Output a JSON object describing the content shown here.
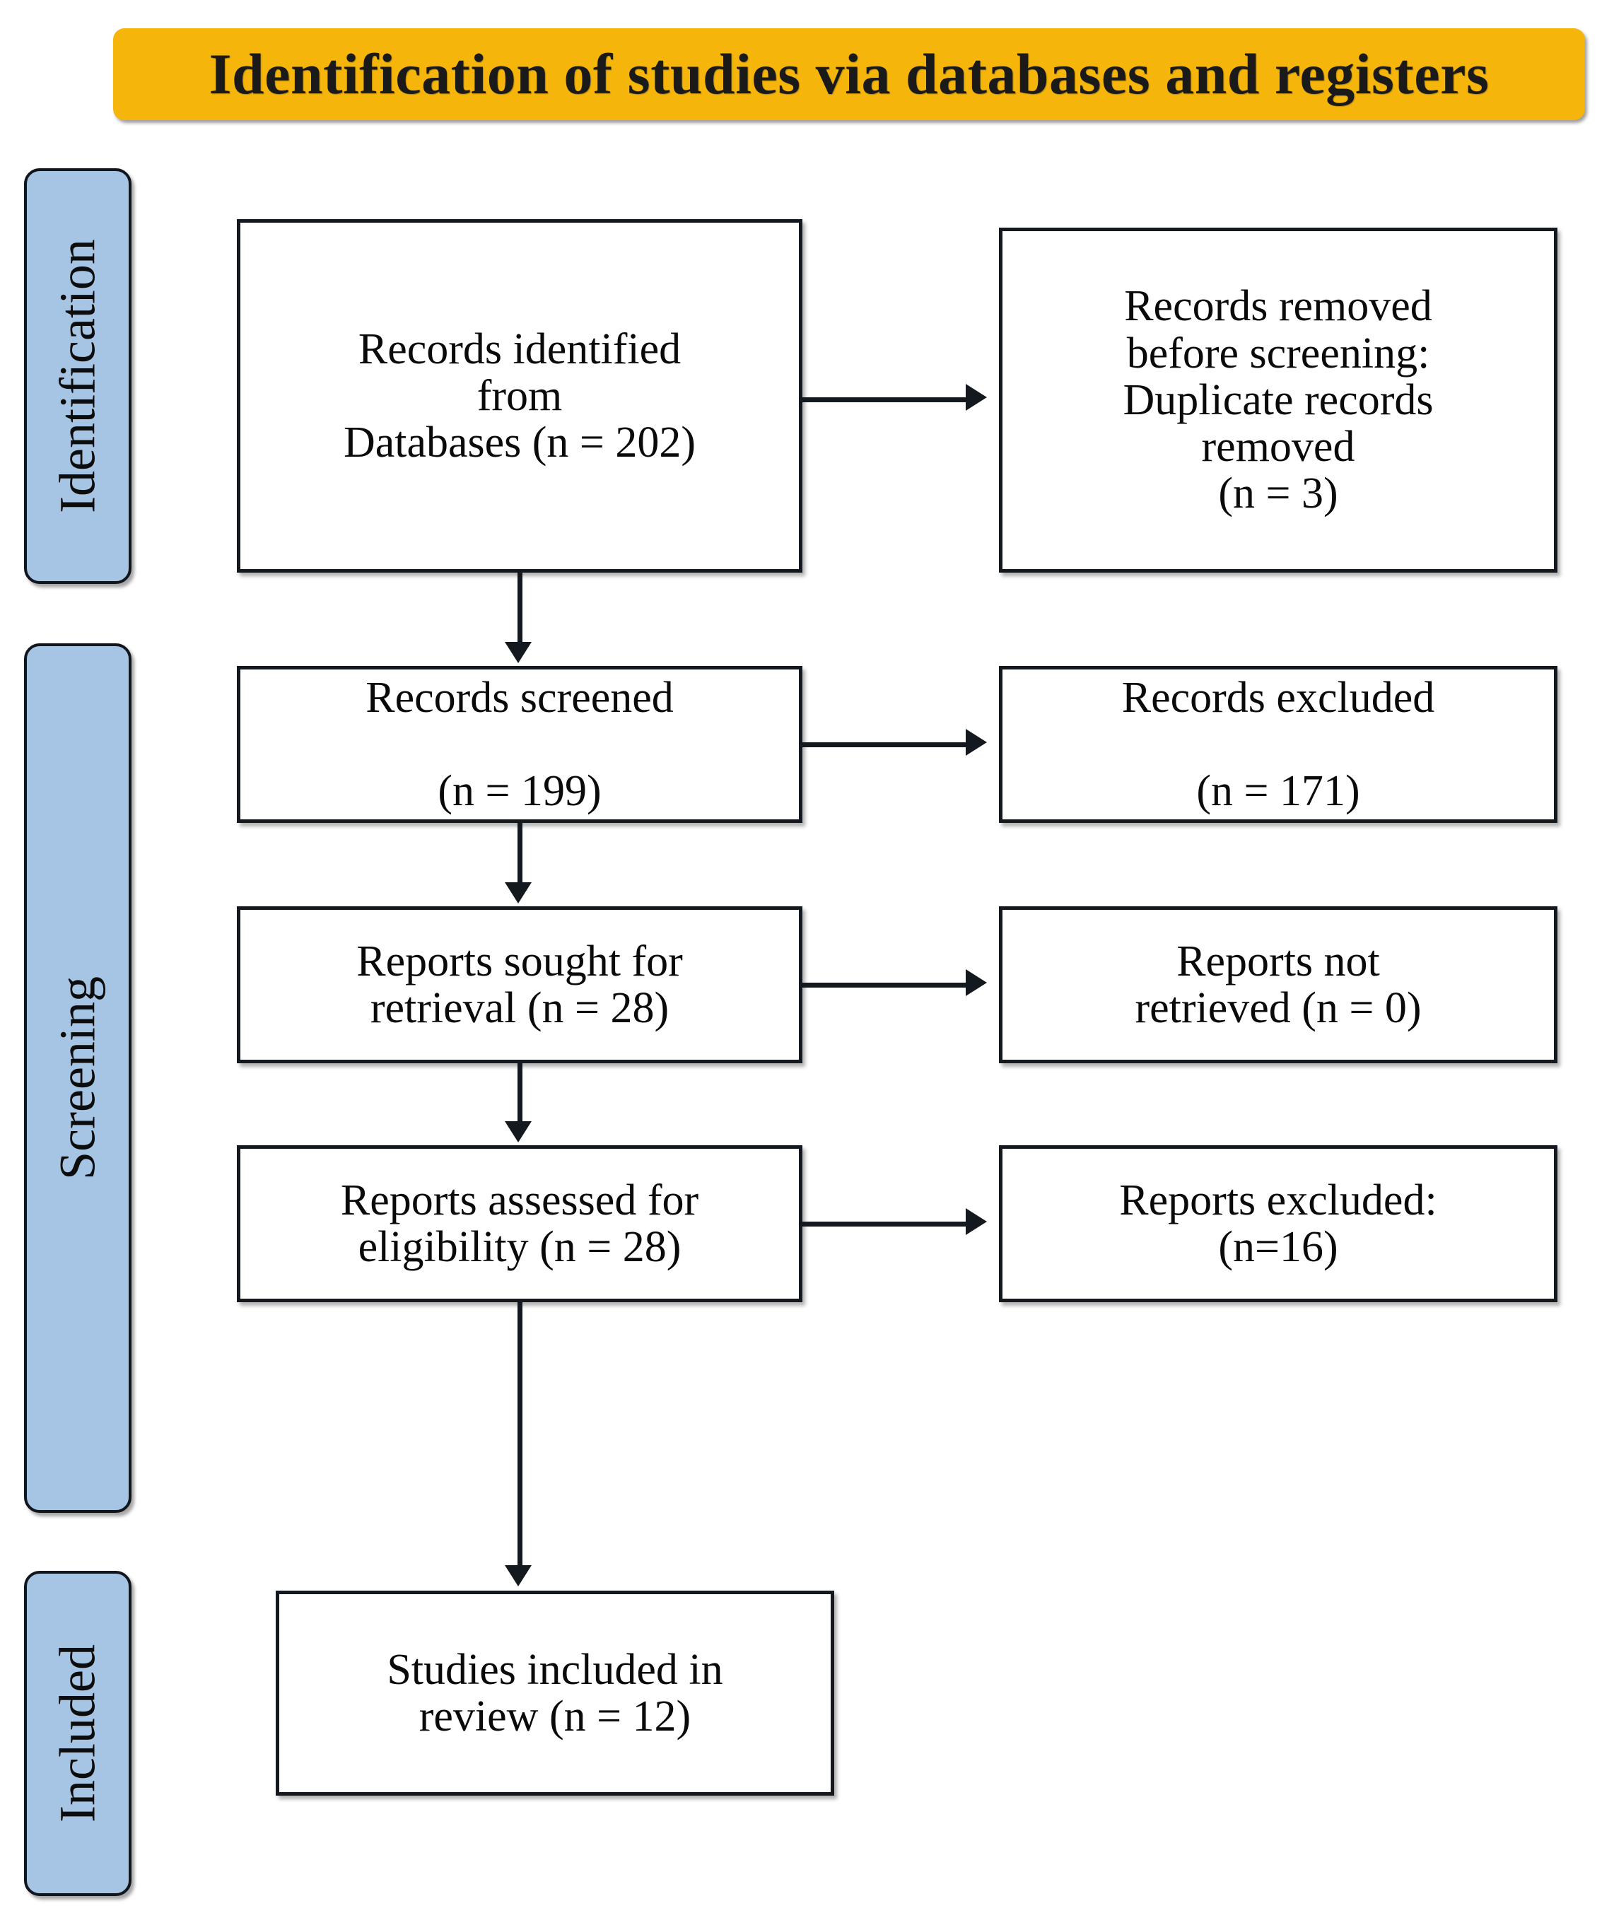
{
  "diagram": {
    "title": "Identification of studies via databases and registers",
    "type": "PRISMA flow diagram",
    "accent_color": "#f5b50a",
    "band_color": "#a6c5e4",
    "line_color": "#14181f"
  },
  "bands": [
    {
      "id": "identification",
      "label": "Identification"
    },
    {
      "id": "screening",
      "label": "Screening"
    },
    {
      "id": "included",
      "label": "Included"
    }
  ],
  "boxes": {
    "identified": {
      "text": "Records identified\nfrom\nDatabases (n = 202)",
      "n": 202
    },
    "removed": {
      "text": "Records removed\nbefore screening:\nDuplicate records\nremoved\n(n = 3)",
      "n": 3
    },
    "screened": {
      "text": "Records screened\n\n(n = 199)",
      "n": 199
    },
    "excluded": {
      "text": "Records excluded\n\n(n = 171)",
      "n": 171
    },
    "sought": {
      "text": "Reports sought for\nretrieval (n = 28)",
      "n": 28
    },
    "not_retrieved": {
      "text": "Reports not\nretrieved (n = 0)",
      "n": 0
    },
    "assessed": {
      "text": "Reports assessed for\neligibility (n = 28)",
      "n": 28
    },
    "reports_excluded": {
      "text": "Reports excluded:\n(n=16)",
      "n": 16
    },
    "included": {
      "text": "Studies included in\nreview (n = 12)",
      "n": 12
    }
  },
  "chart_data": {
    "type": "diagram",
    "title": "Identification of studies via databases and registers",
    "stages": [
      {
        "stage": "Identification",
        "node": "Records identified from Databases",
        "value": 202
      },
      {
        "stage": "Identification",
        "node": "Records removed before screening: Duplicate records removed",
        "value": 3
      },
      {
        "stage": "Screening",
        "node": "Records screened",
        "value": 199
      },
      {
        "stage": "Screening",
        "node": "Records excluded",
        "value": 171
      },
      {
        "stage": "Screening",
        "node": "Reports sought for retrieval",
        "value": 28
      },
      {
        "stage": "Screening",
        "node": "Reports not retrieved",
        "value": 0
      },
      {
        "stage": "Screening",
        "node": "Reports assessed for eligibility",
        "value": 28
      },
      {
        "stage": "Screening",
        "node": "Reports excluded",
        "value": 16
      },
      {
        "stage": "Included",
        "node": "Studies included in review",
        "value": 12
      }
    ]
  }
}
